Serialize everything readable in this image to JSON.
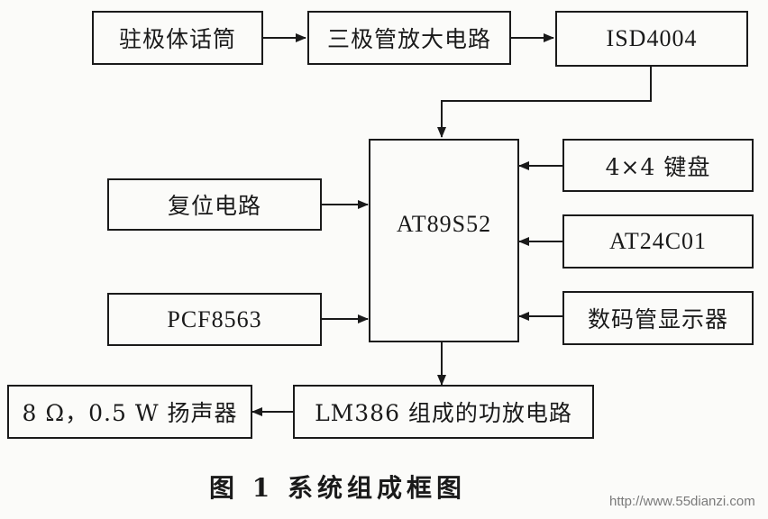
{
  "diagram": {
    "blocks": {
      "microphone": "驻极体话筒",
      "transistor_amp": "三极管放大电路",
      "isd": "ISD4004",
      "mcu": "AT89S52",
      "keypad": "4×4  键盘",
      "reset": "复位电路",
      "eeprom": "AT24C01",
      "rtc": "PCF8563",
      "display": "数码管显示器",
      "power_amp": "LM386 组成的功放电路",
      "speaker": "8  Ω，0.5 W 扬声器"
    }
  },
  "caption": "图 1   系统组成框图",
  "watermark": "http://www.55dianzi.com"
}
